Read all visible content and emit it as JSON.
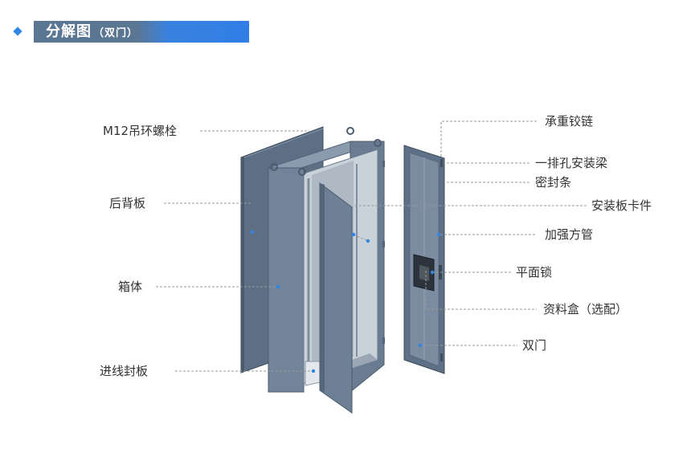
{
  "header": {
    "title": "分解图",
    "subtitle": "（双门）",
    "accent_color": "#2f86e6",
    "bar_color": "#5a7693"
  },
  "labels": {
    "left": [
      "M12吊环螺栓",
      "后背板",
      "箱体",
      "进线封板"
    ],
    "right": [
      "承重铰链",
      "一排孔安装梁",
      "密封条",
      "安装板卡件",
      "加强方管",
      "平面锁",
      "资料盒（选配）",
      "双门"
    ]
  },
  "colors": {
    "panel": "#6b7d92",
    "panel_dark": "#4f5f72",
    "panel_light": "#8797a9",
    "leader": "#9a9a9a",
    "dot": "#2f86e6"
  }
}
